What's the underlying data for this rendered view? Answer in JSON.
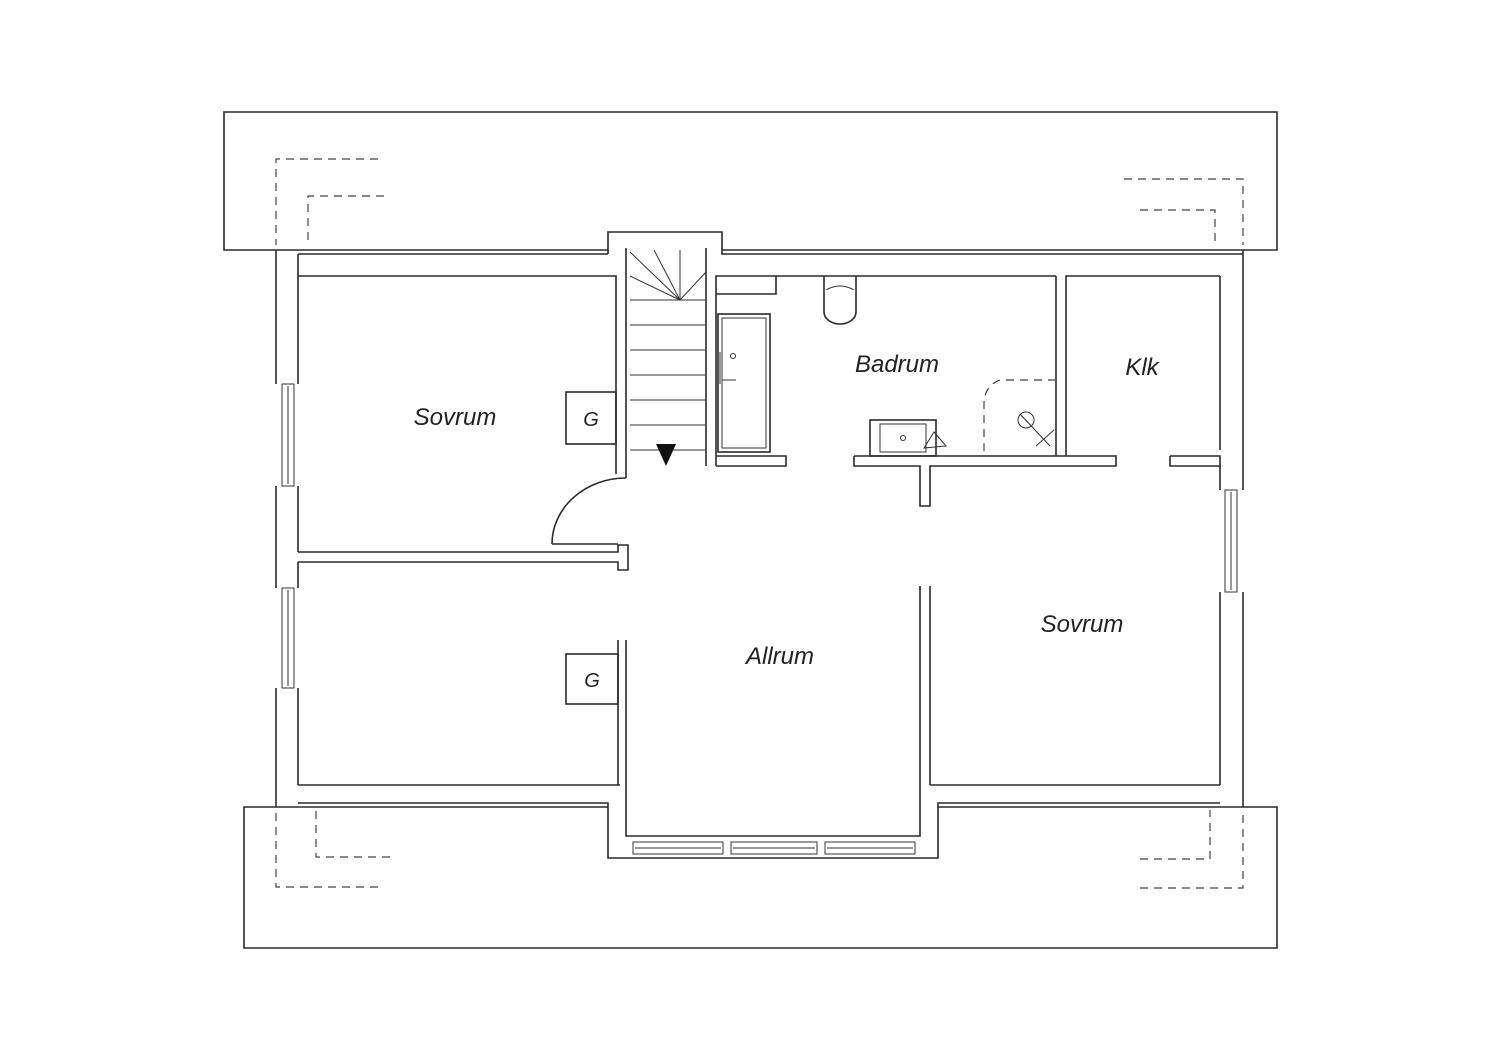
{
  "plan": {
    "rooms": {
      "sovrum_left": "Sovrum",
      "badrum": "Badrum",
      "klk": "Klk",
      "sovrum_right": "Sovrum",
      "allrum": "Allrum"
    },
    "fixtures": {
      "g_upper": "G",
      "g_lower": "G"
    }
  },
  "colors": {
    "line": "#2a2a2a",
    "background": "#ffffff"
  }
}
